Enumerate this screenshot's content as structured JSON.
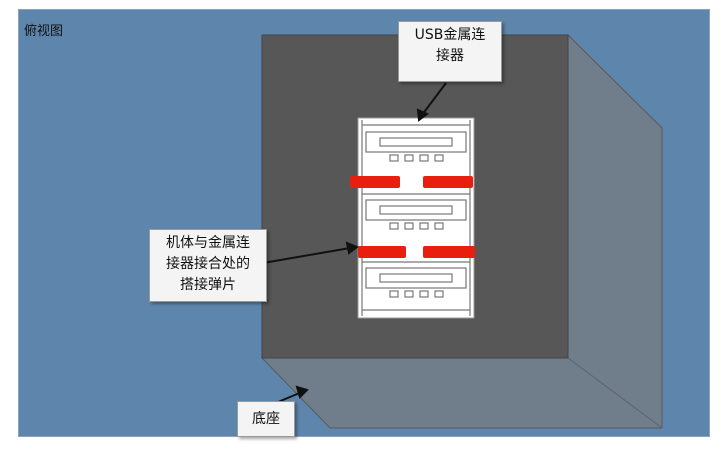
{
  "view_title": "俯视图",
  "callouts": {
    "usb": [
      "USB金属连",
      "接器"
    ],
    "spring": [
      "机体与金属连",
      "接器接合处的",
      "搭接弹片"
    ],
    "base": [
      "底座"
    ]
  },
  "colors": {
    "background": "#5e86ac",
    "base_top": "#565656",
    "base_side": "#6f7c8b",
    "connector": "#ffffff",
    "spring_tab": "#e81e0e"
  }
}
